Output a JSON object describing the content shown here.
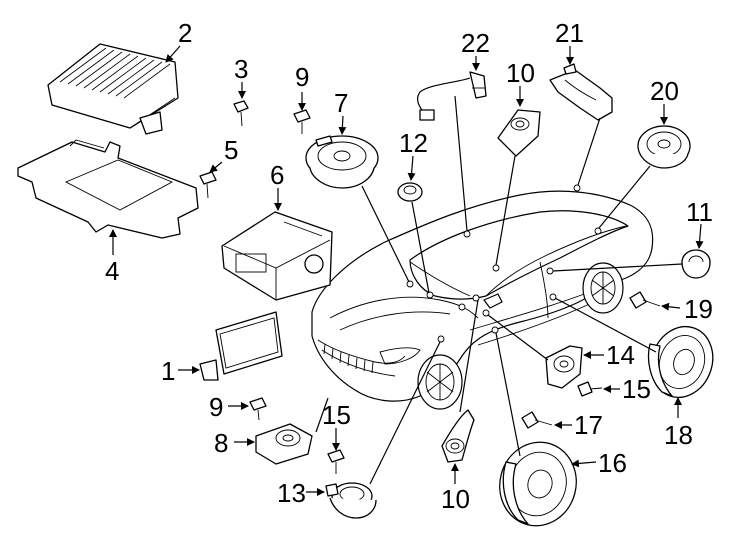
{
  "diagram": {
    "callouts": [
      {
        "id": "c2",
        "text": "2"
      },
      {
        "id": "c3",
        "text": "3"
      },
      {
        "id": "c5",
        "text": "5"
      },
      {
        "id": "c4",
        "text": "4"
      },
      {
        "id": "c9a",
        "text": "9"
      },
      {
        "id": "c7",
        "text": "7"
      },
      {
        "id": "c6",
        "text": "6"
      },
      {
        "id": "c12",
        "text": "12"
      },
      {
        "id": "c22",
        "text": "22"
      },
      {
        "id": "c10a",
        "text": "10"
      },
      {
        "id": "c21",
        "text": "21"
      },
      {
        "id": "c20",
        "text": "20"
      },
      {
        "id": "c11",
        "text": "11"
      },
      {
        "id": "c19",
        "text": "19"
      },
      {
        "id": "c1",
        "text": "1"
      },
      {
        "id": "c14",
        "text": "14"
      },
      {
        "id": "c15a",
        "text": "15"
      },
      {
        "id": "c18",
        "text": "18"
      },
      {
        "id": "c9b",
        "text": "9"
      },
      {
        "id": "c15b",
        "text": "15"
      },
      {
        "id": "c8",
        "text": "8"
      },
      {
        "id": "c17",
        "text": "17"
      },
      {
        "id": "c16",
        "text": "16"
      },
      {
        "id": "c13",
        "text": "13"
      },
      {
        "id": "c10b",
        "text": "10"
      }
    ]
  }
}
